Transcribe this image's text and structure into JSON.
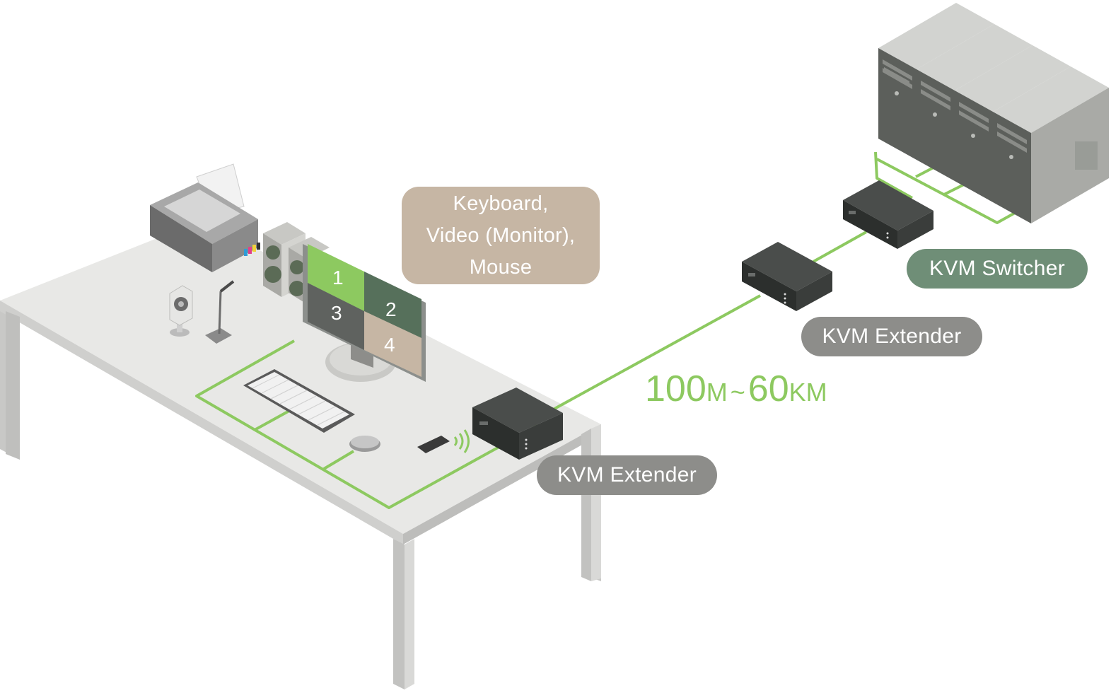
{
  "bubble": {
    "line1": "Keyboard,",
    "line2": "Video (Monitor),",
    "line3": "Mouse"
  },
  "monitor": {
    "screen1": "1",
    "screen2": "2",
    "screen3": "3",
    "screen4": "4"
  },
  "labels": {
    "extender_local": "KVM Extender",
    "extender_remote": "KVM Extender",
    "switcher": "KVM Switcher"
  },
  "distance": {
    "min_value": "100",
    "min_unit": "M",
    "separator": "~",
    "max_value": "60",
    "max_unit": "KM"
  },
  "colors": {
    "cable": "#8dc960",
    "bubble": "#c6b6a4",
    "extender_pill": "#8d8d8a",
    "switcher_pill": "#6f8e77",
    "device_dark": "#3a3c3b",
    "server_gray": "#7f817d",
    "table_top": "#e8e8e6"
  }
}
